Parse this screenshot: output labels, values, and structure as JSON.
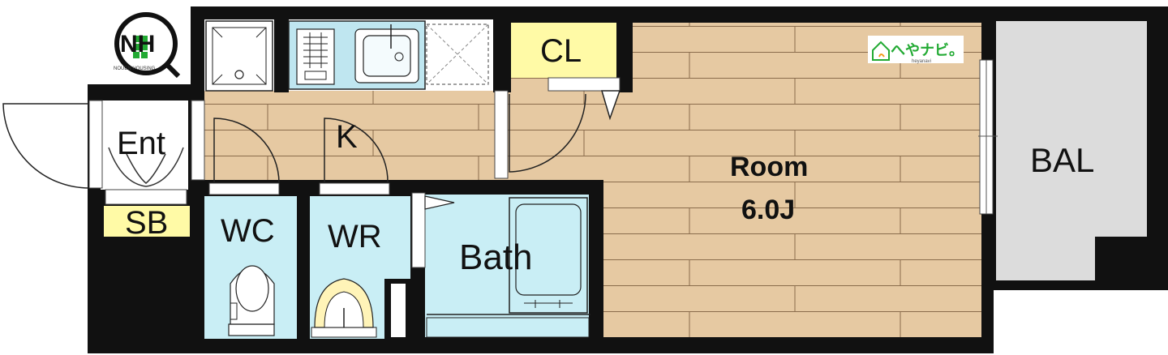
{
  "colors": {
    "wall": "#111111",
    "floor_wood": "#e6c9a2",
    "floor_wood_line": "#8a6c4c",
    "wet_area": "#c9eef5",
    "closet": "#fffaa6",
    "balcony": "#dcdcdc",
    "fixture": "#ffffff",
    "toilet_basin": "#fff4b8",
    "brand_green": "#22aa33",
    "brand_orange": "#f39c1f"
  },
  "labels": {
    "ent": "Ent",
    "k": "K",
    "cl": "CL",
    "sb": "SB",
    "wc": "WC",
    "wr": "WR",
    "bath": "Bath",
    "room_name": "Room",
    "room_size": "6.0J",
    "balcony": "BAL"
  },
  "logos": {
    "top_left": "NH",
    "top_left_tag": "NOUEN HOUSING",
    "heyanavi": "へやナビ。",
    "heyanavi_tag": "heyanavi"
  },
  "icons": [
    "washer-pan-icon",
    "stove-icon",
    "sink-icon",
    "fridge-space-icon",
    "toilet-icon",
    "washbasin-icon",
    "bathtub-icon",
    "house-icon"
  ]
}
